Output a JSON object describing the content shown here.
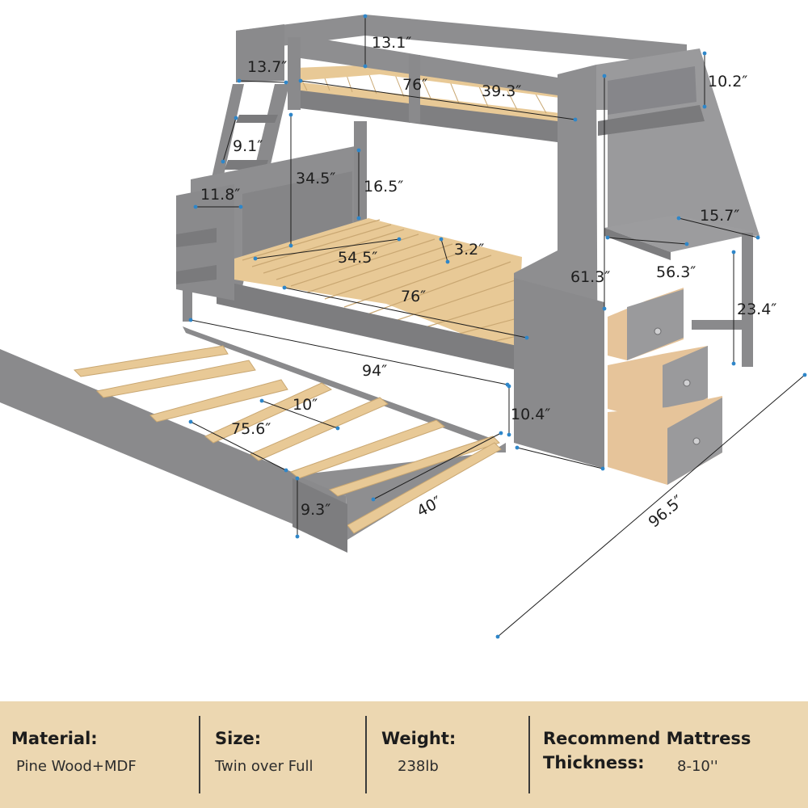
{
  "dimensions": {
    "upper_rail_height": "13.1″",
    "ladder_width_top": "13.7″",
    "upper_bed_length": "76″",
    "upper_bed_width": "39.3″",
    "shelf_height": "10.2″",
    "ladder_step_spacing": "9.1″",
    "headroom": "34.5″",
    "lower_rail_height": "16.5″",
    "ladder_step_depth": "11.8″",
    "desk_depth": "15.7″",
    "lower_bed_width": "54.5″",
    "slat_gap": "3.2″",
    "total_height": "61.3″",
    "desk_length": "56.3″",
    "lower_bed_length": "76″",
    "desk_height": "23.4″",
    "total_length": "94″",
    "trundle_slat_gap": "10″",
    "storage_height": "10.4″",
    "trundle_length": "75.6″",
    "trundle_width": "40″",
    "trundle_height": "9.3″",
    "total_depth": "96.5″"
  },
  "specs": {
    "material_label": "Material:",
    "material_value": "Pine Wood+MDF",
    "size_label": "Size:",
    "size_value": "Twin over Full",
    "weight_label": "Weight:",
    "weight_value": "238lb",
    "mattress_label_line1": "Recommend Mattress",
    "mattress_label_line2": "Thickness:",
    "mattress_value": "8-10''"
  },
  "colors": {
    "frame": "#8e8e90",
    "frame_dark": "#6f6f71",
    "slat": "#e8c996",
    "drawer_interior": "#e6c49a",
    "marker": "#2e86c9",
    "spec_background": "#ecd7b1"
  }
}
